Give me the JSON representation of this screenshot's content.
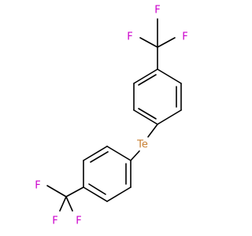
{
  "molecule": {
    "atoms": {
      "F_top_left": "F",
      "F_top_right": "F",
      "F_top_bottom": "F",
      "Te": "Te",
      "F_bot_left": "F",
      "F_bot_right": "F",
      "F_bot_bottom": "F"
    },
    "colors": {
      "fluorine": "#cc00cc",
      "tellurium": "#c88033",
      "bond": "#000000",
      "background": "#ffffff"
    }
  }
}
